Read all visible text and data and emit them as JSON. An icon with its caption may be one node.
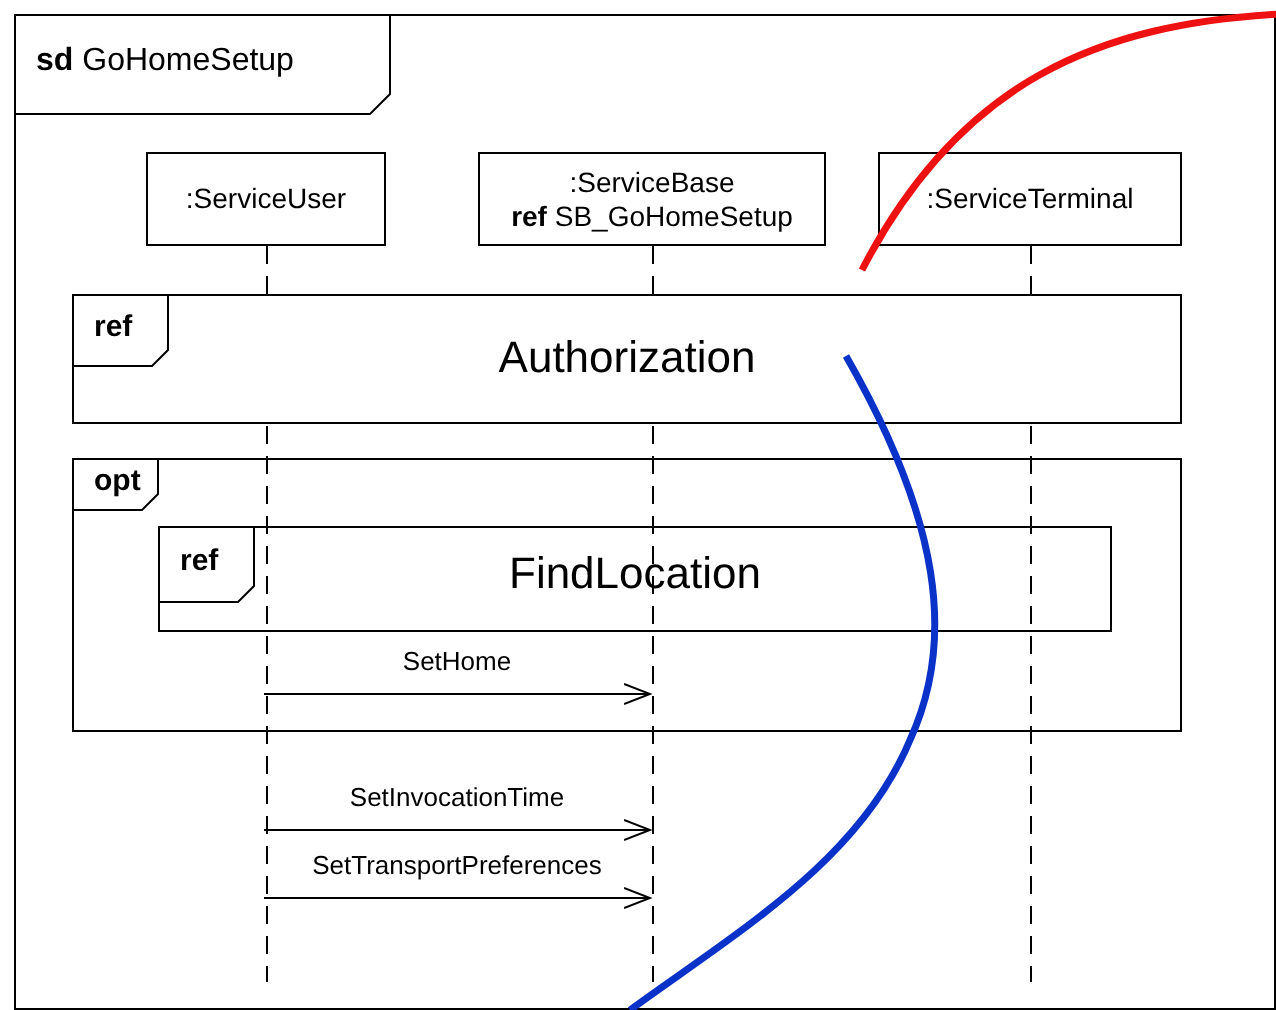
{
  "diagram": {
    "nodes": [
      {
        "text": [
          "**sd** GoHomeSetup"
        ]
      },
      {
        "text": [
          ":ServiceUser"
        ],
        "in": 0
      },
      {
        "text": [
          ":ServiceBase",
          "**ref** SB_GoHomeSetup"
        ],
        "in": 0
      },
      {
        "text": [
          ":ServiceTerminal"
        ],
        "in": 0
      },
      {
        "text": [
          "ref",
          "Authorization"
        ],
        "in": 0
      },
      {
        "text": [
          "opt"
        ],
        "in": 0
      },
      {
        "text": [
          "ref",
          "FindLocation"
        ],
        "in": 5
      }
    ],
    "edges": [
      {
        "from": 1,
        "to": 2,
        "arrow": "to",
        "label": "SetHome"
      },
      {
        "from": 1,
        "to": 2,
        "arrow": "to",
        "label": "SetInvocationTime"
      },
      {
        "from": 1,
        "to": 2,
        "arrow": "to",
        "label": "SetTransportPreferences"
      }
    ]
  }
}
